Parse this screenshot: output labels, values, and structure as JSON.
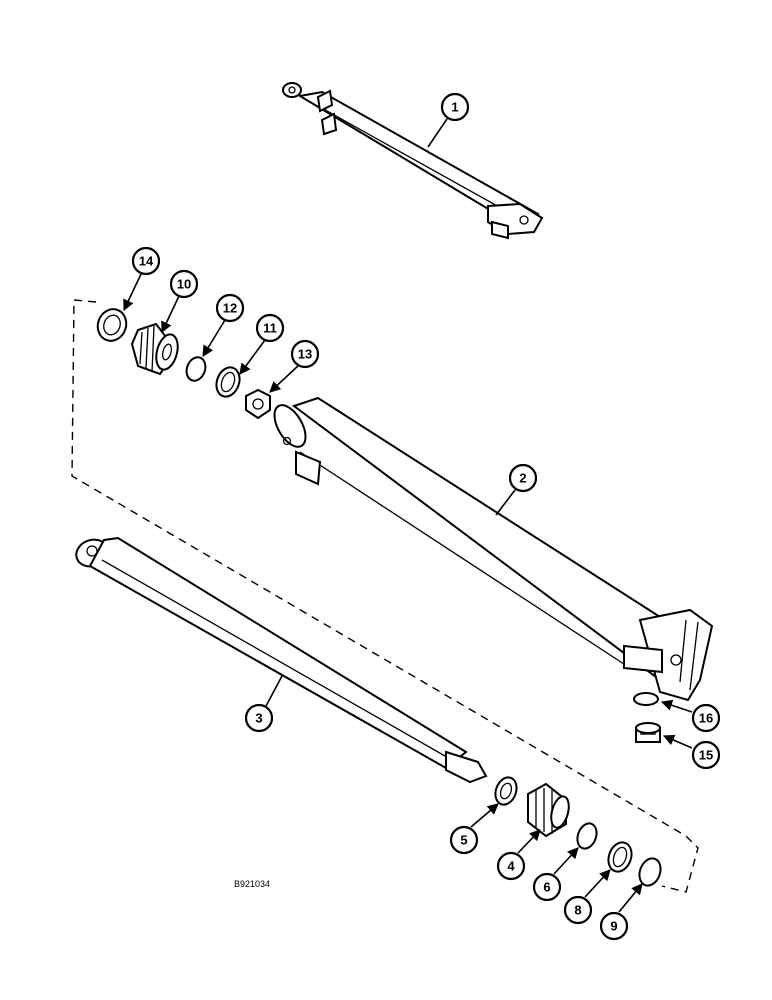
{
  "figure_id": "B921034",
  "callouts": [
    "1",
    "2",
    "3",
    "4",
    "5",
    "6",
    "8",
    "9",
    "10",
    "11",
    "12",
    "13",
    "14",
    "15",
    "16"
  ]
}
